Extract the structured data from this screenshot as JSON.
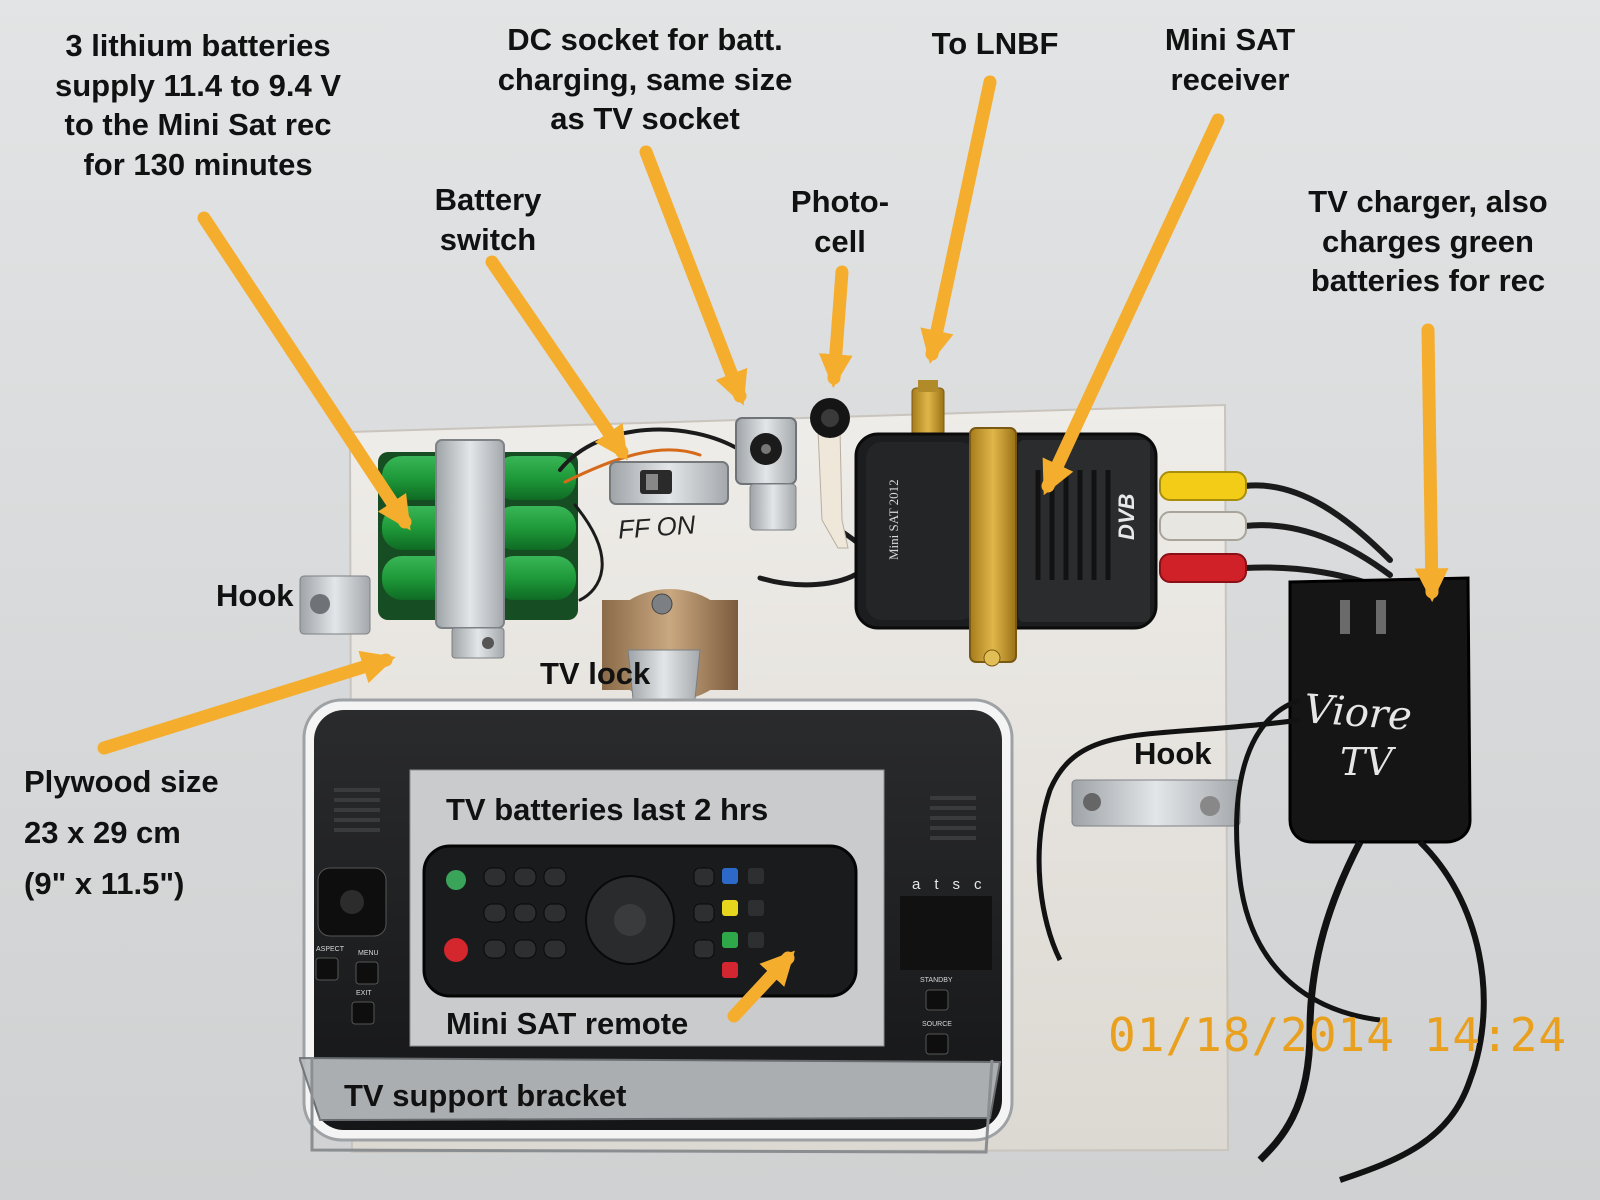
{
  "photo": {
    "annotations": {
      "batteries": [
        "3 lithium batteries",
        "supply 11.4 to 9.4 V",
        "to the Mini Sat rec",
        "for 130 minutes"
      ],
      "dc_socket": [
        "DC socket for batt.",
        "charging, same size",
        "as TV socket"
      ],
      "lnbf": "To LNBF",
      "receiver": [
        "Mini SAT",
        "receiver"
      ],
      "battery_switch": [
        "Battery",
        "switch"
      ],
      "photocell": [
        "Photo-",
        "cell"
      ],
      "tv_charger": [
        "TV charger, also",
        "charges green",
        "batteries for rec"
      ],
      "hook_left": "Hook",
      "hook_right": "Hook",
      "tv_lock": "TV lock",
      "plywood": [
        "Plywood size",
        "23 x 29 cm",
        "(9\" x 11.5\")"
      ],
      "tv_batteries": "TV batteries last 2 hrs",
      "remote": "Mini SAT remote",
      "bracket": "TV support bracket"
    },
    "device_text": {
      "receiver_model": "Mini SAT 2012",
      "receiver_logo": "DVB",
      "switch_marks": "FF  ON",
      "adapter": [
        "Viore",
        "TV"
      ],
      "tv_brand": "atsc",
      "tv_buttons": [
        "ASPECT",
        "MENU",
        "EXIT",
        "STANDBY",
        "SOURCE"
      ]
    },
    "timestamp": "01/18/2014  14:24",
    "colors": {
      "arrow": "#f5ad2e",
      "battery": "#1f9a3a",
      "plywood": "#e9e6e2",
      "timestamp": "#e8a01e"
    }
  }
}
